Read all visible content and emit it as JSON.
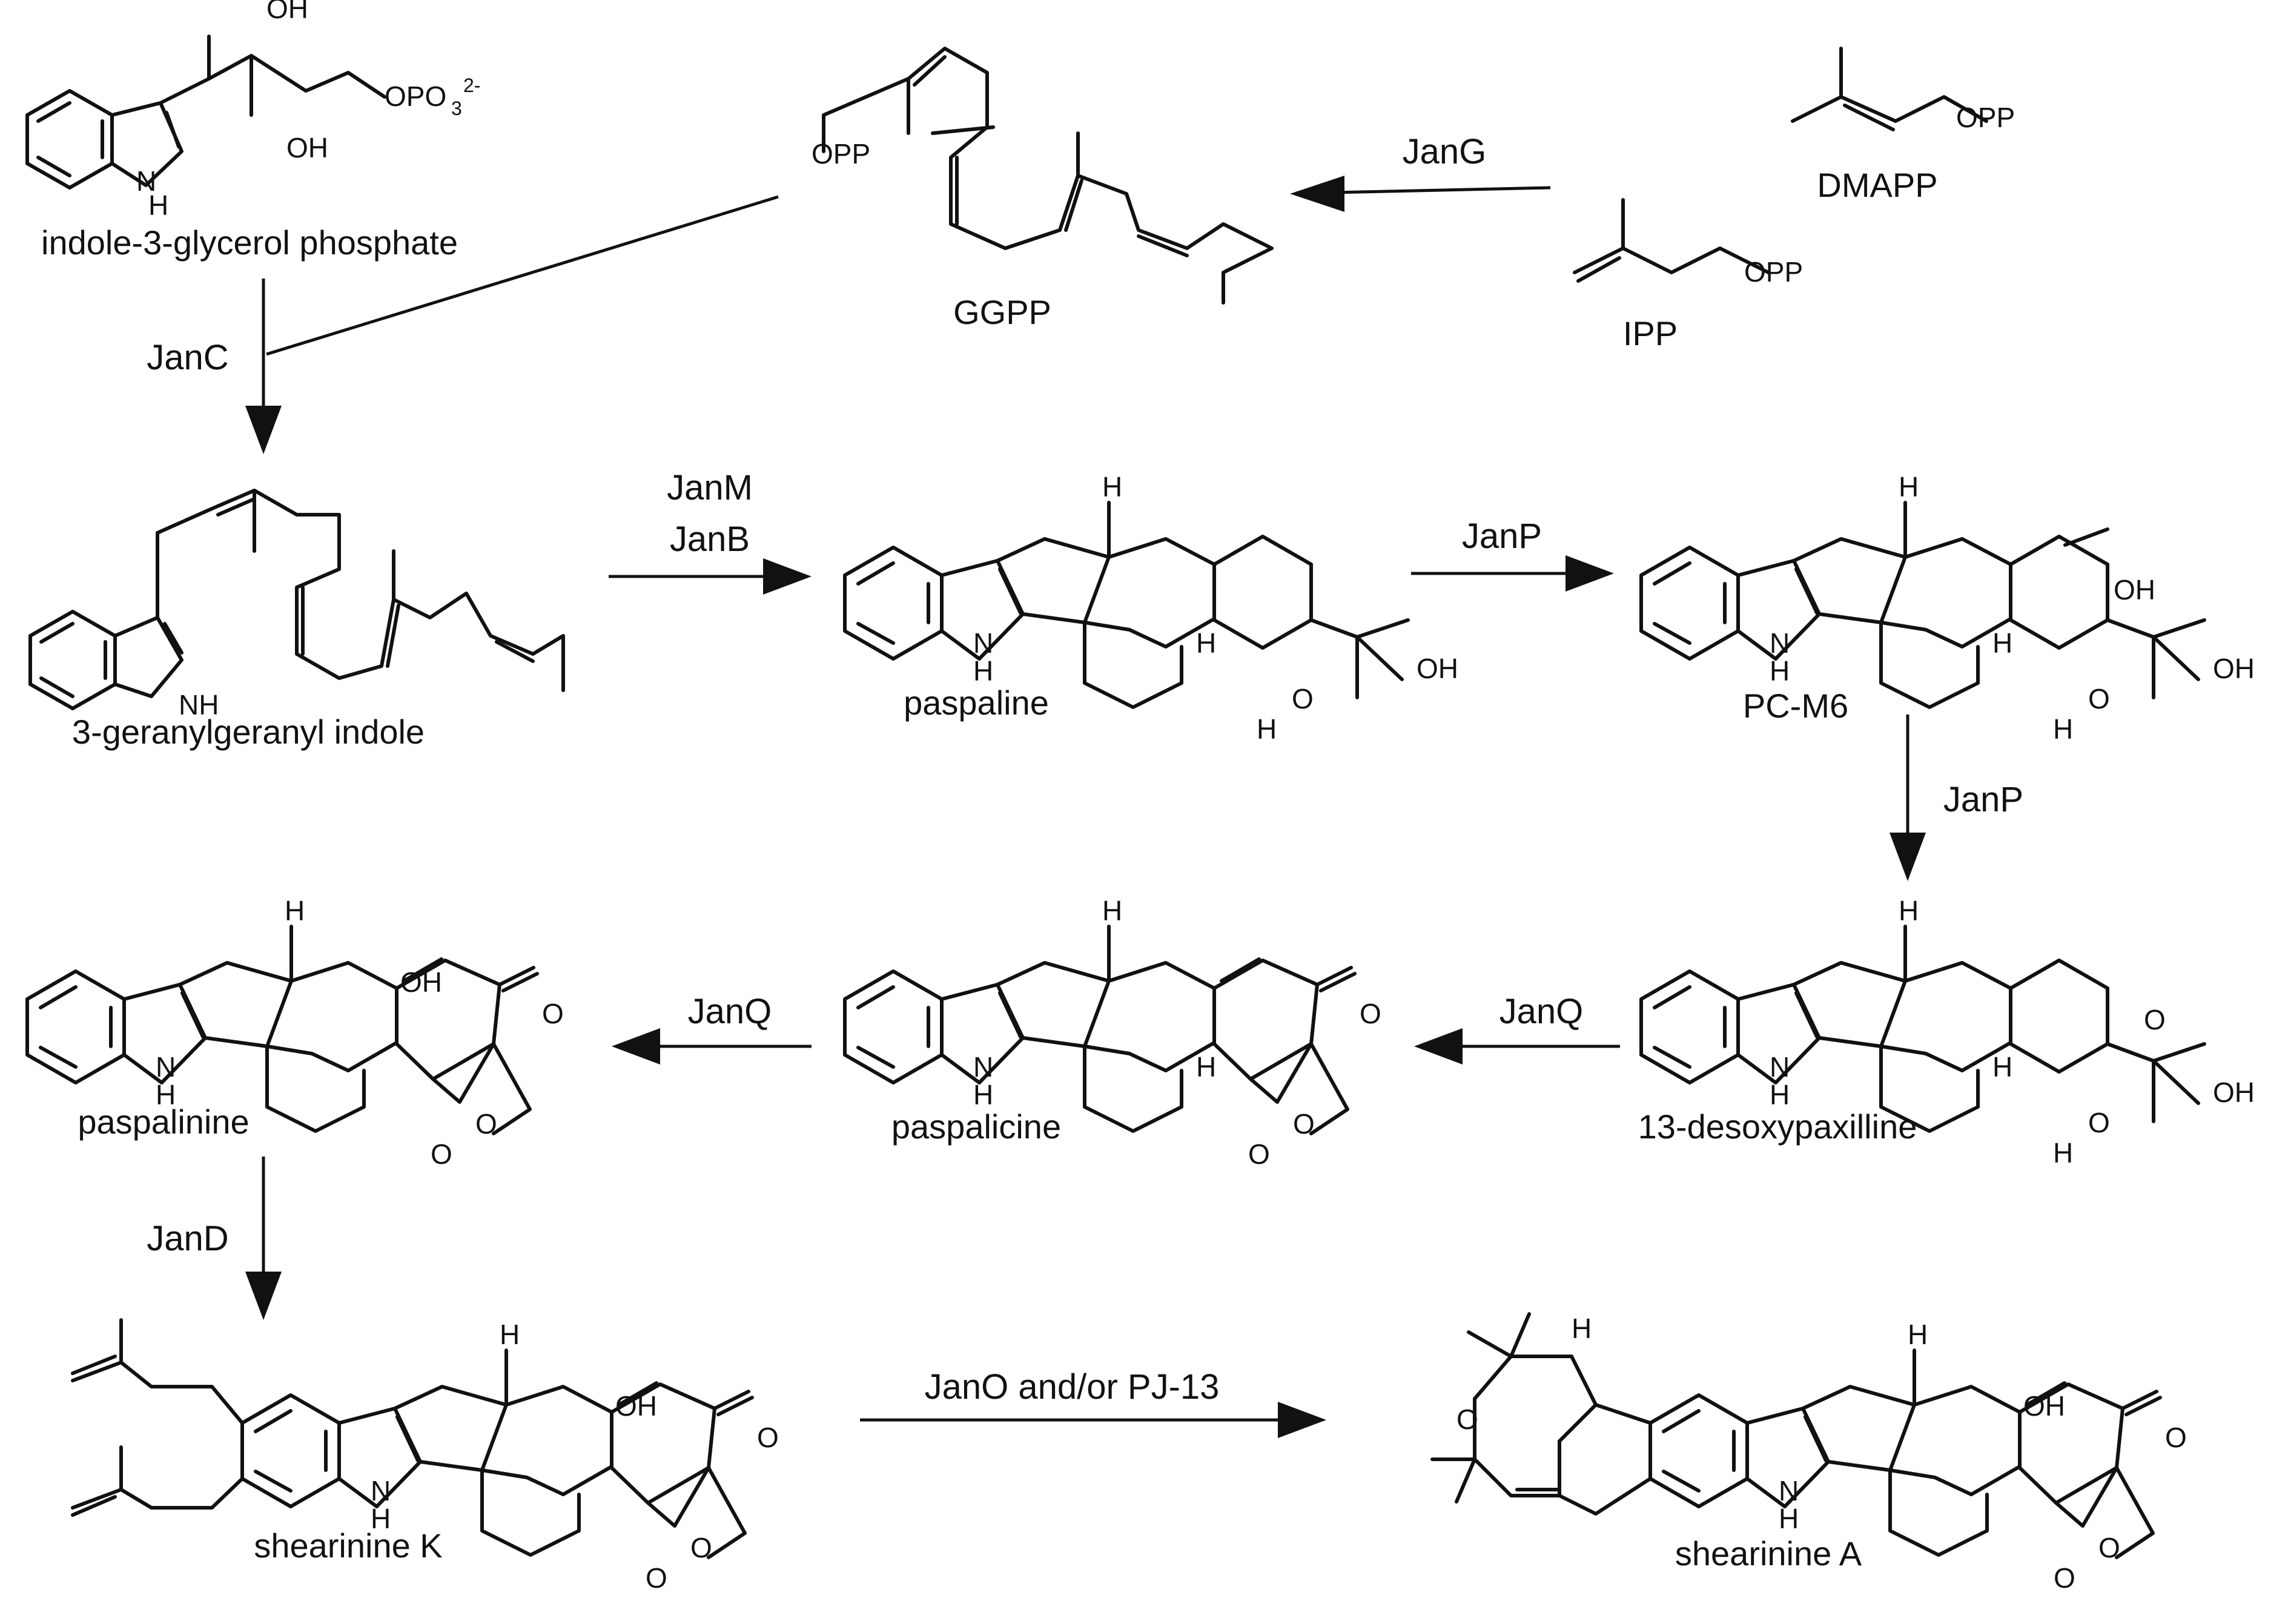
{
  "compounds": {
    "indole_glycerol_phosphate": "indole-3-glycerol phosphate",
    "ggpp": "GGPP",
    "dmapp": "DMAPP",
    "ipp": "IPP",
    "geranylgeranyl_indole": "3-geranylgeranyl indole",
    "paspaline": "paspaline",
    "pc_m6": "PC-M6",
    "desoxypaxilline": "13-desoxypaxilline",
    "paspalicine": "paspalicine",
    "paspalinine": "paspalinine",
    "shearinine_k": "shearinine K",
    "shearinine_a": "shearinine A"
  },
  "enzymes": {
    "jang": "JanG",
    "janc": "JanC",
    "janm": "JanM",
    "janb": "JanB",
    "janp_1": "JanP",
    "janp_2": "JanP",
    "janq_1": "JanQ",
    "janq_2": "JanQ",
    "jand": "JanD",
    "jano": "JanO and/or PJ-13"
  },
  "atoms": {
    "oh": "OH",
    "o": "O",
    "h": "H",
    "nh": "NH",
    "opp": "OPP",
    "opo3": "OPO",
    "opo3_sub": "3",
    "opo3_sup": "2-"
  }
}
